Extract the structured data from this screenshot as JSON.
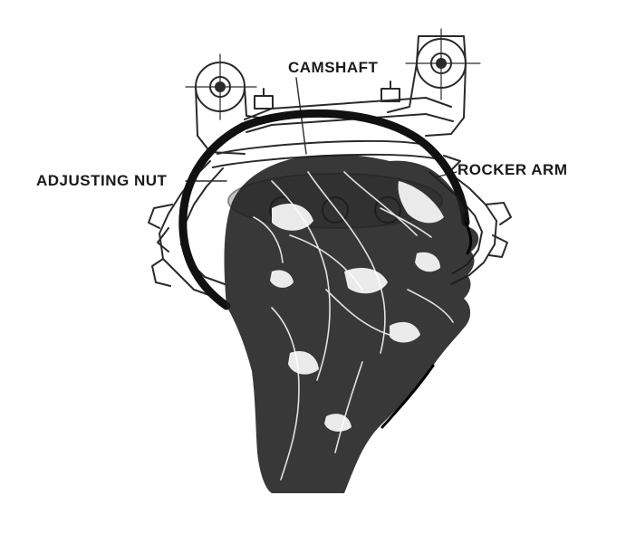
{
  "labels": {
    "camshaft": "CAMSHAFT",
    "adjusting_nut": "ADJUSTING NUT",
    "rocker_arm": "ROCKER ARM"
  },
  "colors": {
    "ink": "#111111",
    "line": "#2a2a2a",
    "shade": "#8a8a8a",
    "paper": "#ffffff"
  },
  "icons": {
    "engine": "engine-diagram",
    "head": "anatomical-head-nerves"
  }
}
